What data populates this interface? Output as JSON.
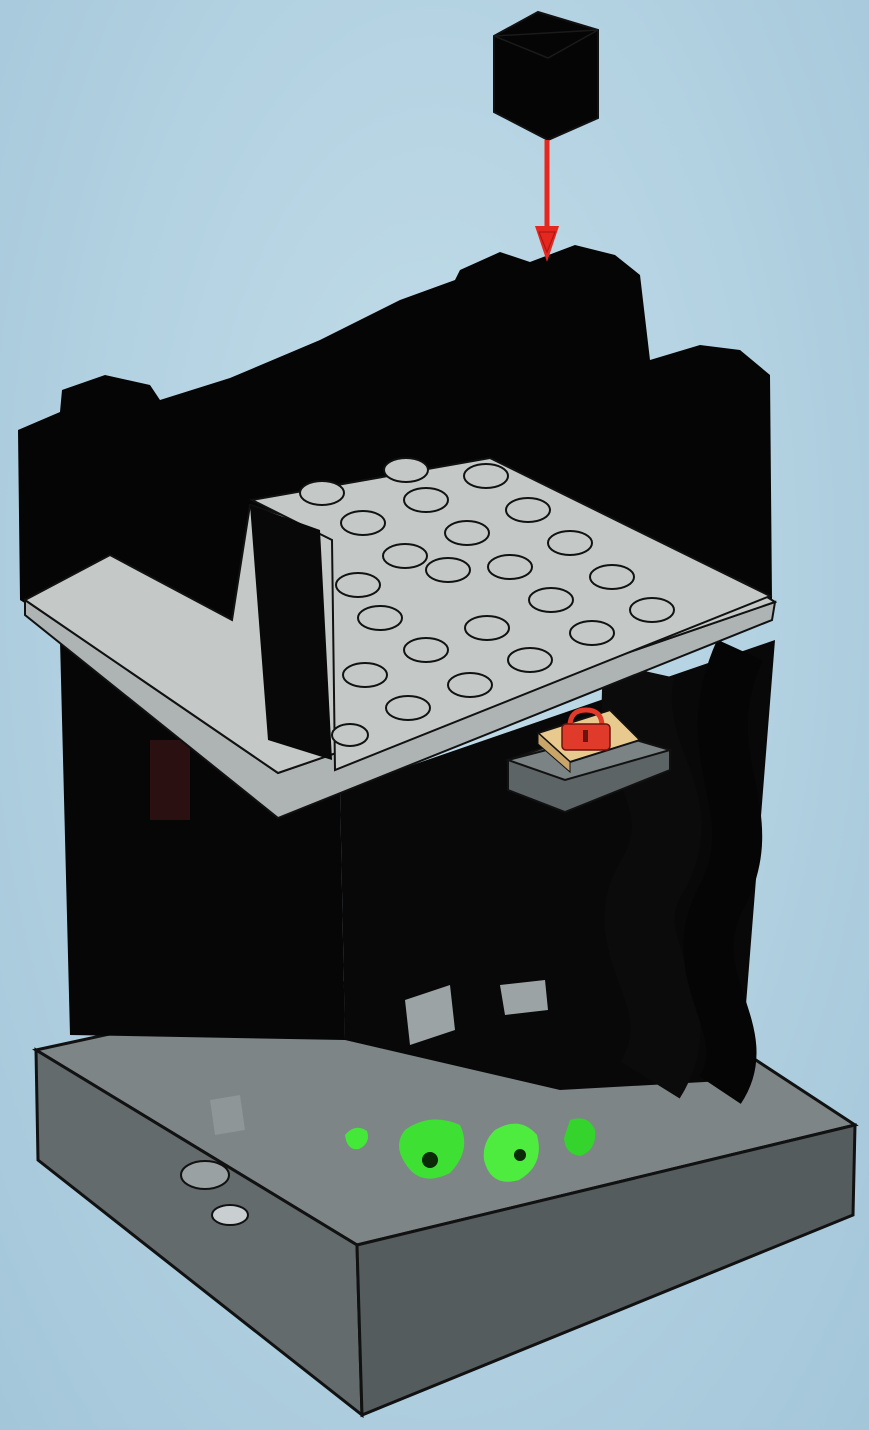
{
  "colors": {
    "background": "#b5d4e3",
    "brick": "#050505",
    "plate": "#c4c9c8",
    "baseplate": "#6d7577",
    "arrow": "#e4271f",
    "glow": "#44e838",
    "tile": "#e8c98e",
    "lock": "#e03a2a"
  },
  "parts": [
    {
      "name": "black-1x1-brick",
      "role": "part-to-add"
    },
    {
      "name": "black-castle-wall"
    },
    {
      "name": "light-gray-plate-with-studs"
    },
    {
      "name": "padlock-printed-tile"
    },
    {
      "name": "dark-gray-baseplate"
    },
    {
      "name": "green-glow-pieces"
    }
  ],
  "arrow": {
    "direction": "down"
  }
}
